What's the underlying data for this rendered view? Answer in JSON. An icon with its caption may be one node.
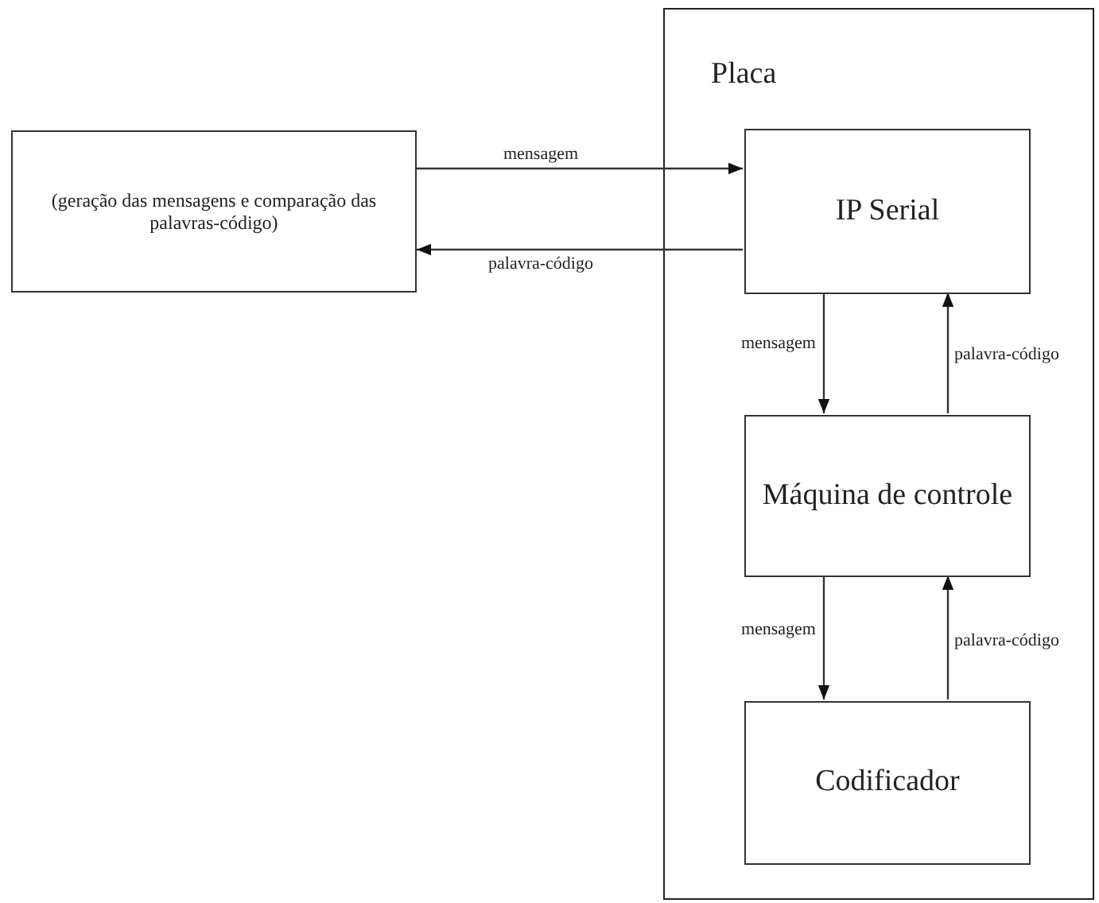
{
  "diagram": {
    "nodes": [
      {
        "text": [
          "Placa"
        ]
      },
      {
        "text": [
          "(geração das mensagens e comparação das palavras-código)"
        ]
      },
      {
        "text": [
          "IP Serial"
        ],
        "in": 0
      },
      {
        "text": [
          "Máquina de controle"
        ],
        "in": 0
      },
      {
        "text": [
          "Codificador"
        ],
        "in": 0
      }
    ],
    "edges": [
      {
        "from": 1,
        "to": 2,
        "arrow": "to",
        "label": "mensagem"
      },
      {
        "from": 2,
        "to": 1,
        "arrow": "to",
        "label": "palavra-código"
      },
      {
        "from": 2,
        "to": 3,
        "arrow": "to",
        "label": "mensagem"
      },
      {
        "from": 3,
        "to": 2,
        "arrow": "to",
        "label": "palavra-código"
      },
      {
        "from": 3,
        "to": 4,
        "arrow": "to",
        "label": "mensagem"
      },
      {
        "from": 4,
        "to": 3,
        "arrow": "to",
        "label": "palavra-código"
      }
    ]
  }
}
